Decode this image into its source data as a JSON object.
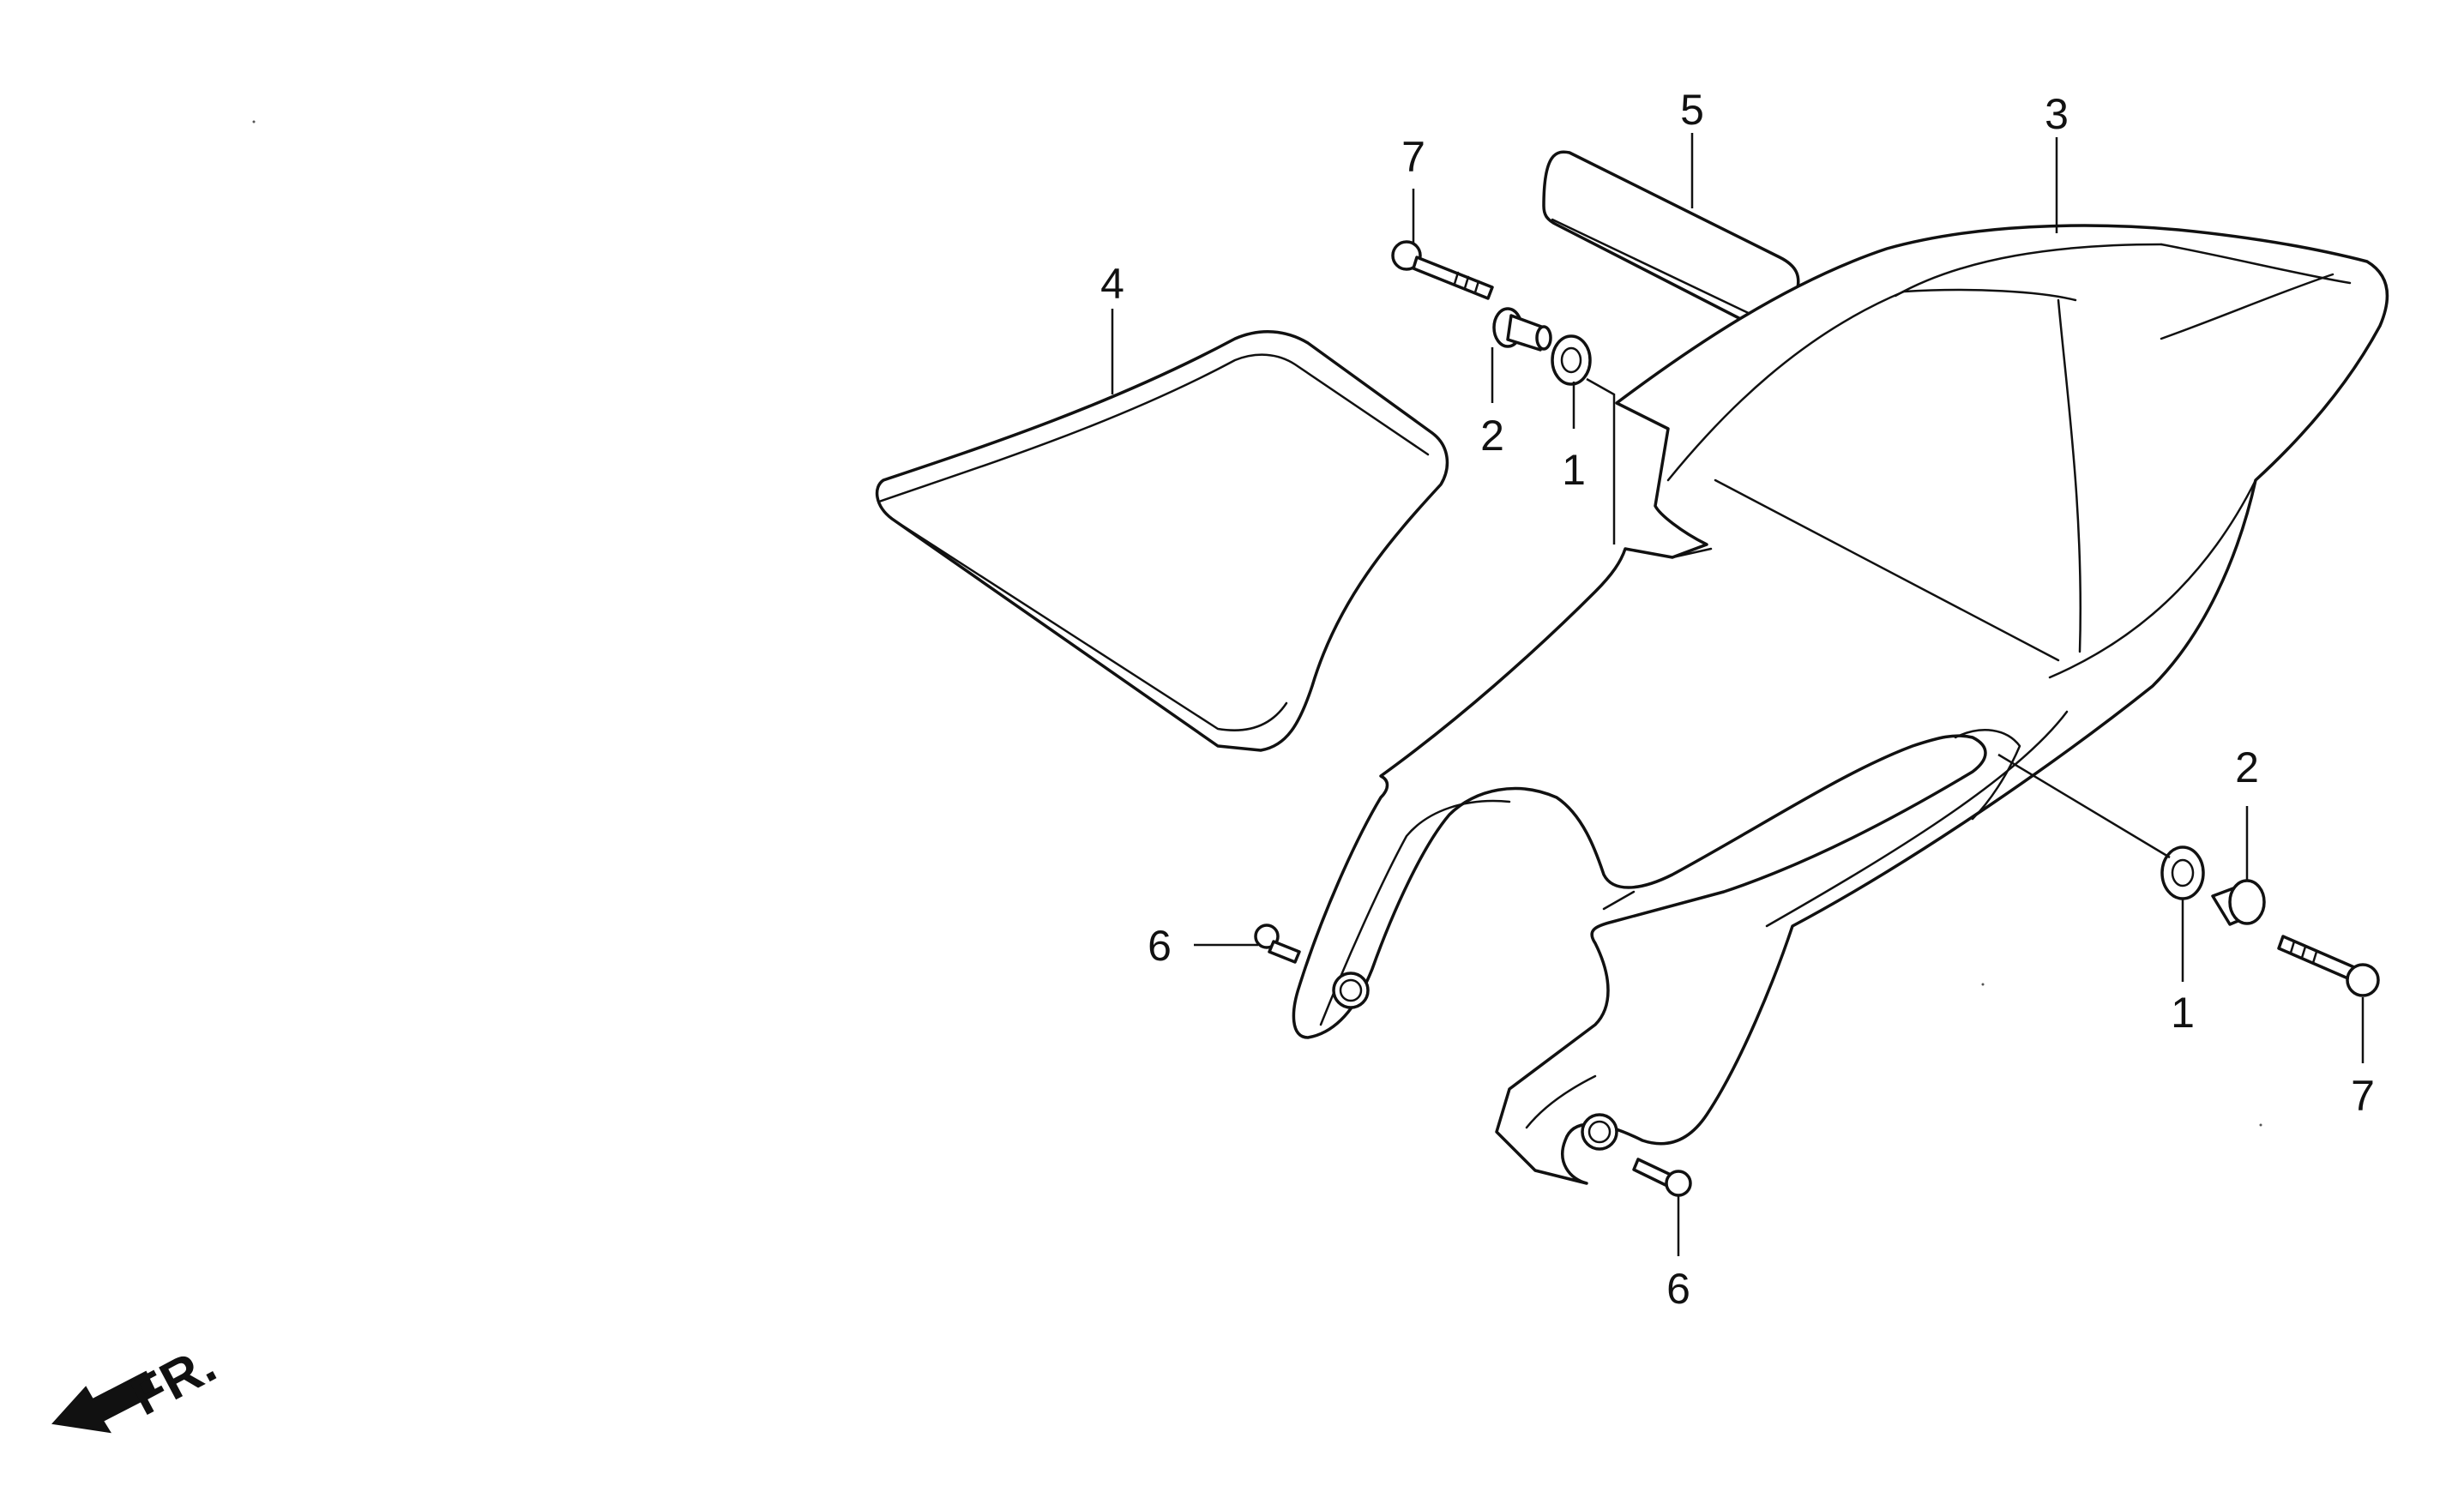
{
  "diagram": {
    "callouts": {
      "c1_top": "1",
      "c2_top": "2",
      "c3": "3",
      "c4": "4",
      "c5": "5",
      "c6_left": "6",
      "c7_top": "7",
      "c2_right": "2",
      "c1_right": "1",
      "c7_right": "7",
      "c6_bottom": "6"
    },
    "direction_label": "FR.",
    "icons": {
      "direction": "arrow-front-icon"
    }
  }
}
